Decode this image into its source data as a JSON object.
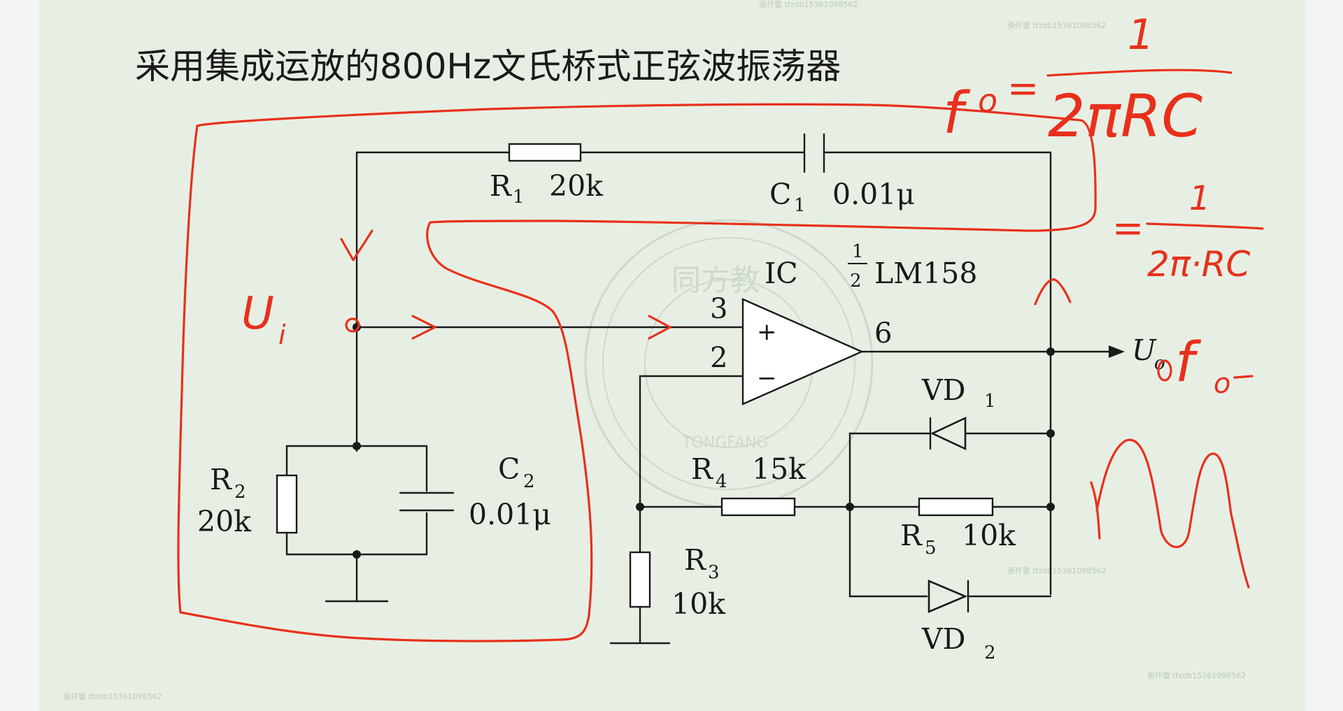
{
  "title": "采用集成运放的800Hz文氏桥式正弦波振荡器",
  "components": {
    "r1": {
      "name": "R",
      "sub": "1",
      "value": "20k"
    },
    "c1": {
      "name": "C",
      "sub": "1",
      "value": "0.01μ"
    },
    "r2": {
      "name": "R",
      "sub": "2",
      "value": "20k"
    },
    "c2": {
      "name": "C",
      "sub": "2",
      "value": "0.01μ"
    },
    "r3": {
      "name": "R",
      "sub": "3",
      "value": "10k"
    },
    "r4": {
      "name": "R",
      "sub": "4",
      "value": "15k"
    },
    "r5": {
      "name": "R",
      "sub": "5",
      "value": "10k"
    },
    "vd1": {
      "name": "VD",
      "sub": "1"
    },
    "vd2": {
      "name": "VD",
      "sub": "2"
    },
    "ic": {
      "name": "IC",
      "frac_num": "1",
      "frac_den": "2",
      "part": "LM158",
      "plus": "+",
      "minus": "−"
    }
  },
  "pins": {
    "p3": "3",
    "p2": "2",
    "p6": "6"
  },
  "output": {
    "label": "U",
    "sub": "o"
  },
  "annotations": {
    "input_label": "U",
    "input_sub": "i",
    "f0_label": "f",
    "f0_sub": "o",
    "f0_eq": "=",
    "f0_num": "1",
    "f0_den": "2πRC",
    "eq2": "=",
    "eq2_num": "1",
    "eq2_den": "2π·RC",
    "fo_out": "f",
    "fo_out_sub": "o"
  },
  "watermark": {
    "seal_text": "同方教",
    "seal_brand": "TONGFANG",
    "corner_text": "張仟雷 tfzdb15361098562"
  },
  "colors": {
    "ink": "#e8301c",
    "background": "#e7efe4",
    "line": "#1a1a1a"
  }
}
